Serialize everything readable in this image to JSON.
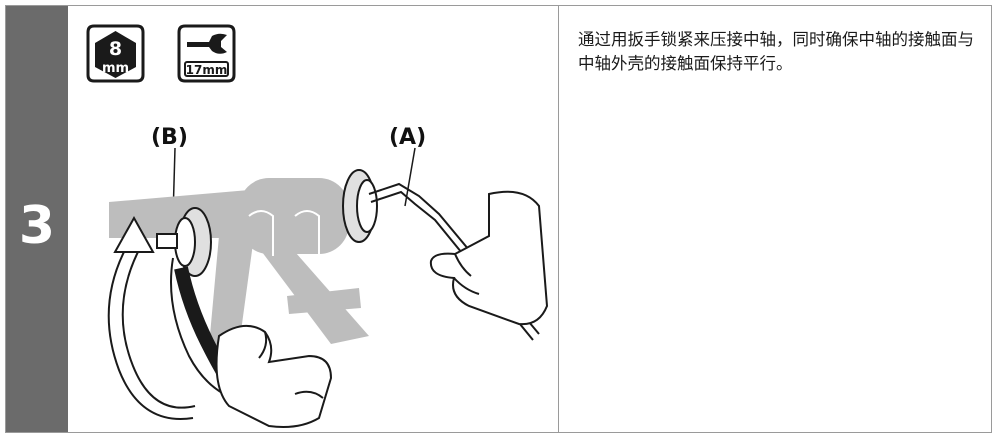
{
  "step": {
    "number": "3",
    "tools": [
      {
        "icon": "hex-key-icon",
        "size_top": "8",
        "size_bottom": "mm"
      },
      {
        "icon": "wrench-icon",
        "size_bottom": "17mm"
      }
    ],
    "labels": {
      "b": "(B)",
      "a": "(A)"
    },
    "description": "通过用扳手锁紧来压接中轴，同时确保中轴的接触面与中轴外壳的接触面保持平行。"
  }
}
